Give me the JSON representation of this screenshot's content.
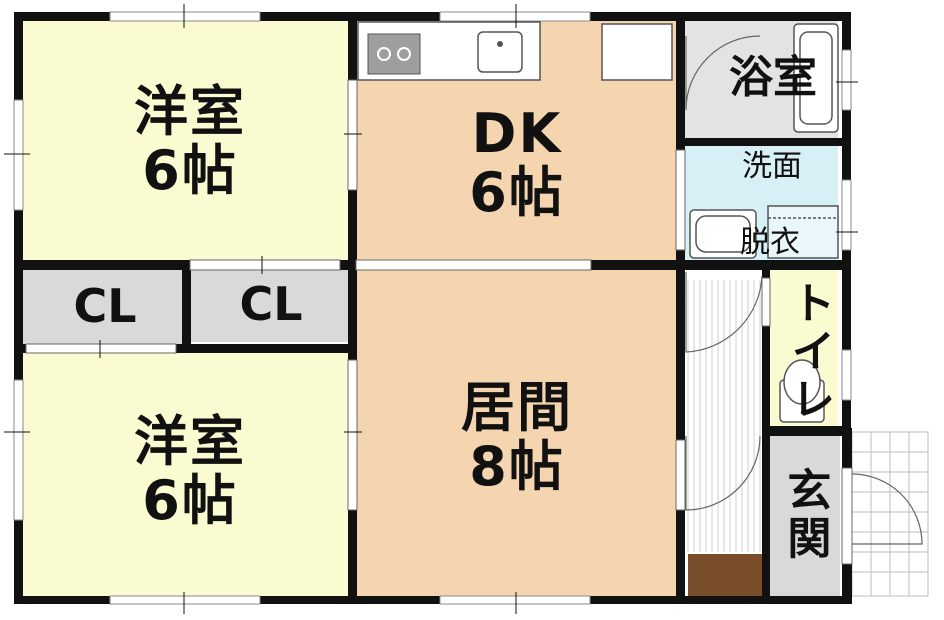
{
  "rooms": {
    "yoshitsu_top": {
      "name": "洋室",
      "size": "6帖"
    },
    "yoshitsu_bottom": {
      "name": "洋室",
      "size": "6帖"
    },
    "closet_left": {
      "name": "CL"
    },
    "closet_right": {
      "name": "CL"
    },
    "dk": {
      "name": "DK",
      "size": "6帖"
    },
    "living": {
      "name": "居間",
      "size": "8帖"
    },
    "bath": {
      "name": "浴室"
    },
    "washroom": {
      "name_top": "洗面",
      "name_bottom": "脱衣"
    },
    "toilet": {
      "name": "トイレ"
    },
    "entrance": {
      "name": "玄関"
    }
  },
  "colors": {
    "wall": "#111111",
    "western_room": "#fbfbd2",
    "dk_living": "#f5d5b0",
    "closet": "#d9d9d9",
    "bath": "#e3e3e3",
    "washroom": "#d6f0f6",
    "toilet": "#fbfbd2",
    "entrance": "#d9d9d9",
    "floor_step": "#7a4e2a"
  }
}
